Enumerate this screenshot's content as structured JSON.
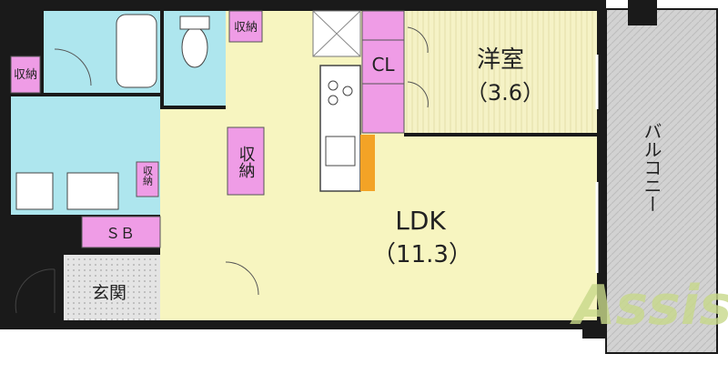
{
  "rooms": {
    "western": {
      "name": "洋室",
      "size": "（3.6）"
    },
    "ldk": {
      "name": "LDK",
      "size": "（11.3）"
    },
    "closet": "CL",
    "balcony": "バルコニー",
    "entrance": "玄関",
    "shoebox": "ＳＢ",
    "storage_top": "収納",
    "storage_left": "収納",
    "storage_middle": "収納",
    "storage_small": "収納"
  },
  "watermark": "Assist",
  "colors": {
    "ldk": "#f7f5c0",
    "wet": "#aee6ee",
    "storage": "#ef9ce6",
    "western": "#f5f2c6",
    "balcony": "#cfcfcf",
    "wall": "#1a1a1a",
    "watermark": "#c8d98a"
  }
}
